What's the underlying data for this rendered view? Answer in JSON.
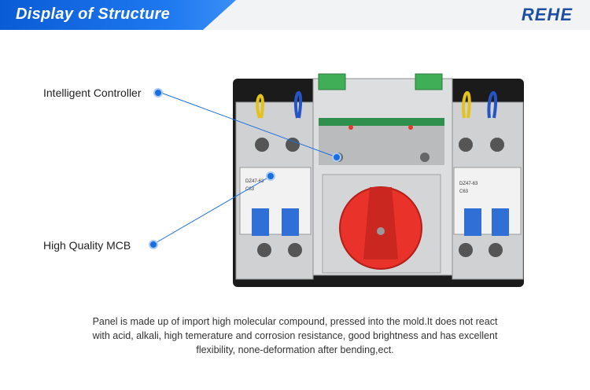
{
  "header": {
    "title": "Display of Structure",
    "logo": "REHE"
  },
  "callouts": [
    {
      "label": "Intelligent Controller"
    },
    {
      "label": "High Quality MCB"
    }
  ],
  "product": {
    "mcb_left": {
      "model": "DZ47-63",
      "rating": "C63"
    },
    "mcb_right": {
      "model": "DZ47-63",
      "rating": "C63"
    }
  },
  "description": {
    "line1": "Panel is made up of import high molecular compound, pressed into the mold.It does not react",
    "line2": "with acid, alkali, high temerature and corrosion resistance, good brightness and has excellent",
    "line3": "flexibility, none-deformation after bending,ect."
  },
  "colors": {
    "banner": "#1e78f0",
    "logo": "#1d4fa3",
    "callout_dot": "#1a6fe0",
    "knob": "#e8322a",
    "mcb_toggle": "#2f6fd6"
  }
}
